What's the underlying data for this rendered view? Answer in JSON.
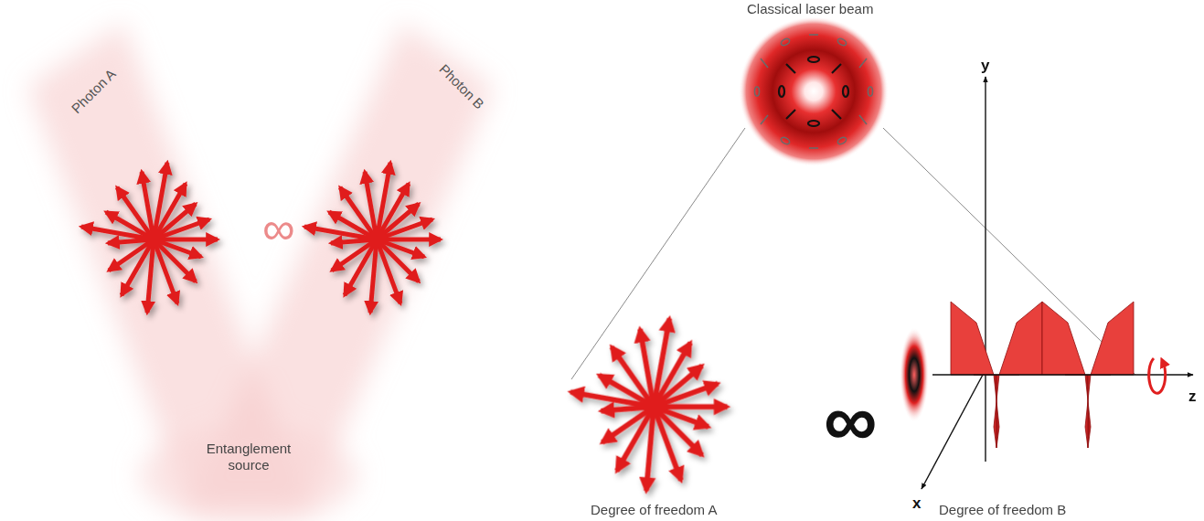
{
  "diagram": {
    "labels": [
      "Photon A",
      "Photon B",
      "Entanglement source",
      "Classical laser beam",
      "∞",
      "∞",
      "y",
      "x",
      "z",
      "Degree of freedom A",
      "Degree of freedom B"
    ]
  }
}
